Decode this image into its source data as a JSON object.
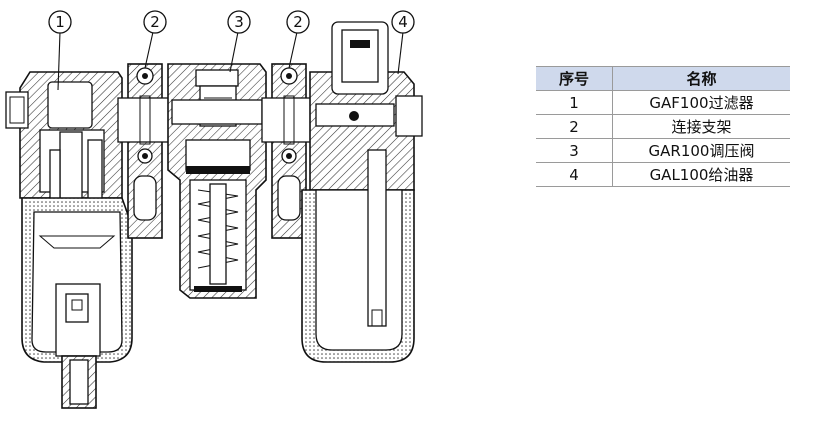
{
  "callouts": [
    {
      "id": "callout-1",
      "label": "1"
    },
    {
      "id": "callout-2a",
      "label": "2"
    },
    {
      "id": "callout-3",
      "label": "3"
    },
    {
      "id": "callout-2b",
      "label": "2"
    },
    {
      "id": "callout-4",
      "label": "4"
    }
  ],
  "parts_table": {
    "headers": [
      "序号",
      "名称"
    ],
    "rows": [
      {
        "no": "1",
        "name": "GAF100过滤器"
      },
      {
        "no": "2",
        "name": "连接支架"
      },
      {
        "no": "3",
        "name": "GAR100调压阀"
      },
      {
        "no": "4",
        "name": "GAL100给油器"
      }
    ]
  }
}
